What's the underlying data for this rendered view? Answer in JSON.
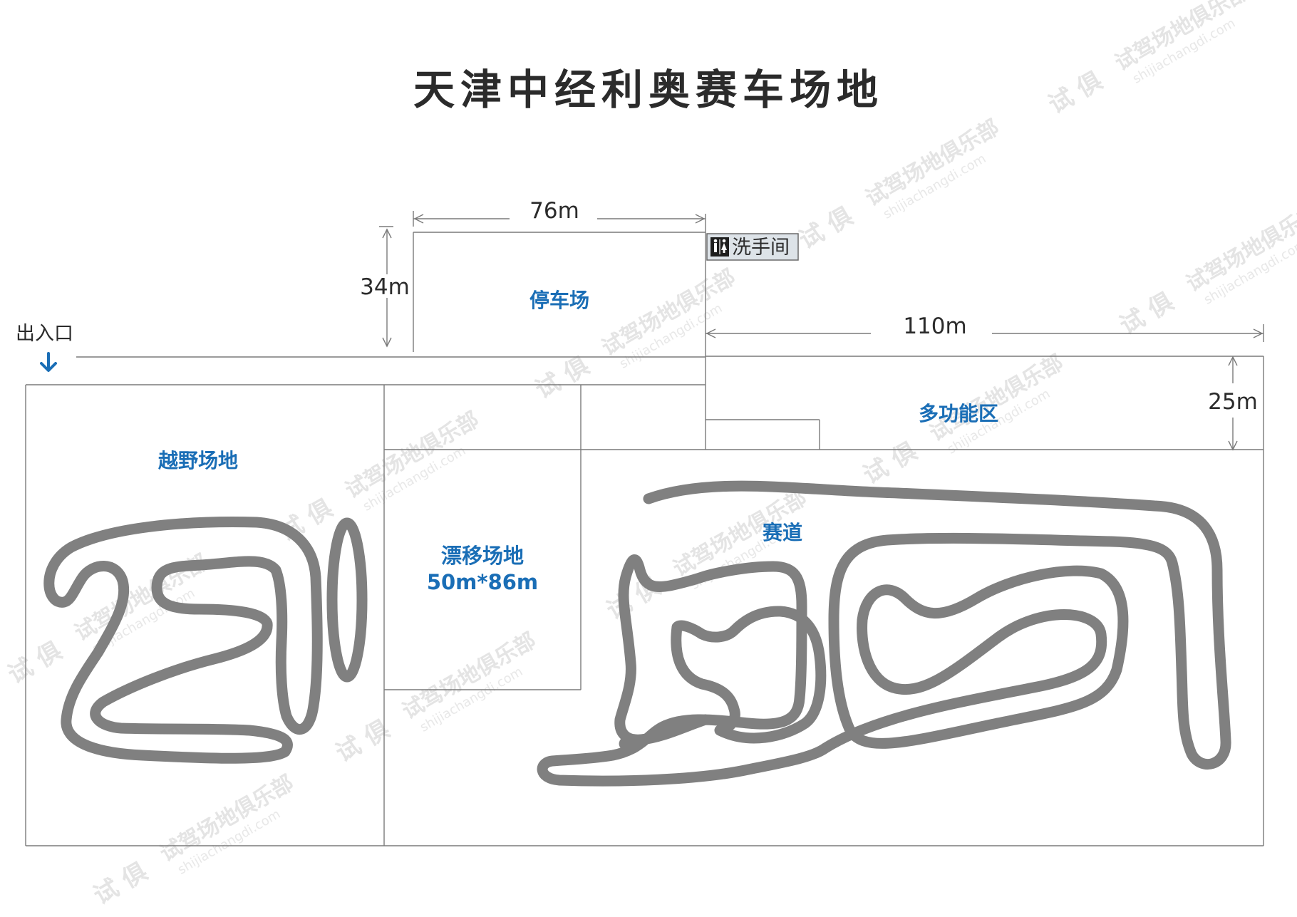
{
  "title": "天津中经利奥赛车场地",
  "entrance": {
    "label": "出入口",
    "arrow": "down-arrow-icon",
    "color": "#1a6eb6"
  },
  "dimensions": {
    "parking_width": "76m",
    "parking_height": "34m",
    "multi_width": "110m",
    "multi_height": "25m"
  },
  "restroom": {
    "icon": "restroom-icon",
    "label": "洗手间"
  },
  "zones": {
    "parking": "停车场",
    "multifunction": "多功能区",
    "offroad": "越野场地",
    "drift_name": "漂移场地",
    "drift_size": "50m*86m",
    "race_track": "赛道"
  },
  "watermark": {
    "brand": "试驾场地俱乐部",
    "url": "shijiachangdi.com",
    "mark": "试 俱"
  },
  "colors": {
    "label_blue": "#1a6eb6",
    "track_gray": "#808080",
    "border": "#7a7a7a",
    "title": "#2b2b2b"
  }
}
